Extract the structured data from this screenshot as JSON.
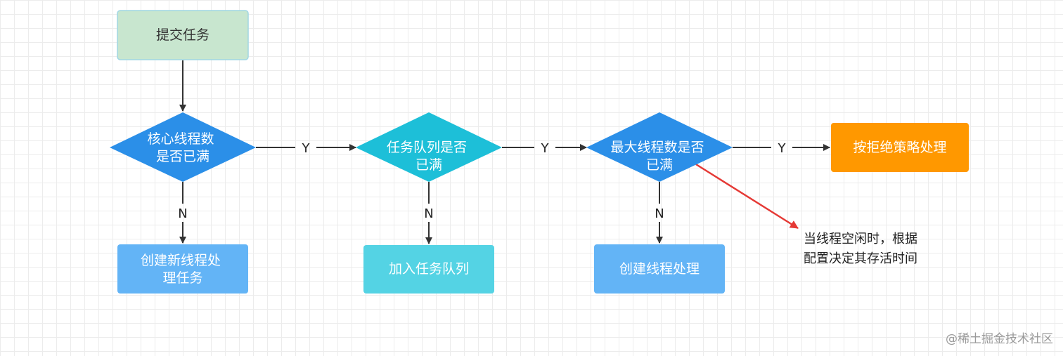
{
  "nodes": {
    "submit": {
      "lines": [
        "提交任务"
      ],
      "color": "#c8e6cf",
      "text_color": "#333333"
    },
    "core_full": {
      "lines": [
        "核心线程数",
        "是否已满"
      ],
      "color": "#2b8fe8",
      "text_color": "#ffffff"
    },
    "create_core": {
      "lines": [
        "创建新线程处",
        "理任务"
      ],
      "color": "#63b4f6",
      "text_color": "#ffffff"
    },
    "queue_full": {
      "lines": [
        "任务队列是否",
        "已满"
      ],
      "color": "#1dbfd8",
      "text_color": "#ffffff"
    },
    "add_queue": {
      "lines": [
        "加入任务队列"
      ],
      "color": "#54d3e4",
      "text_color": "#ffffff"
    },
    "max_full": {
      "lines": [
        "最大线程数是否",
        "已满"
      ],
      "color": "#2b8fe8",
      "text_color": "#ffffff"
    },
    "create_thread": {
      "lines": [
        "创建线程处理"
      ],
      "color": "#63b4f6",
      "text_color": "#ffffff"
    },
    "reject": {
      "lines": [
        "按拒绝策略处理"
      ],
      "color": "#ff9800",
      "text_color": "#ffffff"
    }
  },
  "edges": {
    "core_yes": "Y",
    "core_no": "N",
    "queue_yes": "Y",
    "queue_no": "N",
    "max_yes": "Y",
    "max_no": "N"
  },
  "annotation": {
    "line1": "当线程空闲时，根据",
    "line2": "配置决定其存活时间",
    "arrow_color": "#e53935"
  },
  "watermark": "@稀土掘金技术社区"
}
